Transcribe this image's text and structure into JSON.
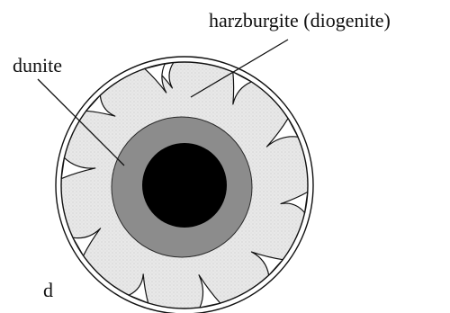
{
  "diagram": {
    "labels": {
      "harzburgite": "harzburgite (diogenite)",
      "dunite": "dunite",
      "panel": "d"
    },
    "colors": {
      "mantle_fill": "#e6e6e6",
      "dunite_fill": "#8c8c8c",
      "core_fill": "#000000",
      "outline": "#111111",
      "background": "#ffffff"
    }
  }
}
